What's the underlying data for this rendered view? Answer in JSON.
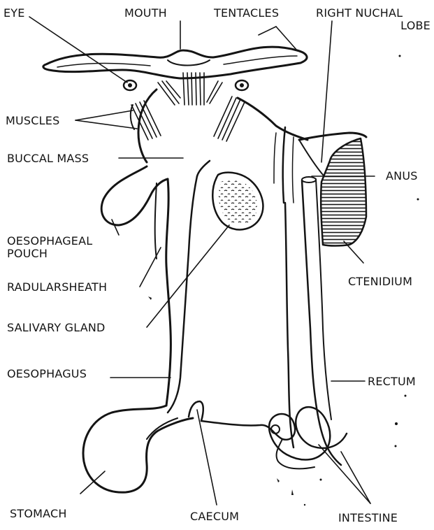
{
  "labels": {
    "eye": "EYE",
    "mouth": "MOUTH",
    "tentacles": "TENTACLES",
    "right_nuchal_lobe_1": "RIGHT NUCHAL",
    "right_nuchal_lobe_2": "LOBE",
    "muscles": "MUSCLES",
    "buccal_mass": "BUCCAL MASS",
    "anus": "ANUS",
    "oesophageal_pouch_1": "OESOPHAGEAL",
    "oesophageal_pouch_2": "POUCH",
    "radular_sheath": "RADULARSHEATH",
    "ctenidium": "CTENIDIUM",
    "salivary_gland": "SALIVARY GLAND",
    "oesophagus": "OESOPHAGUS",
    "rectum": "RECTUM",
    "stomach": "STOMACH",
    "caecum": "CAECUM",
    "intestine": "INTESTINE"
  },
  "colors": {
    "ink": "#141414",
    "paper": "#ffffff"
  }
}
